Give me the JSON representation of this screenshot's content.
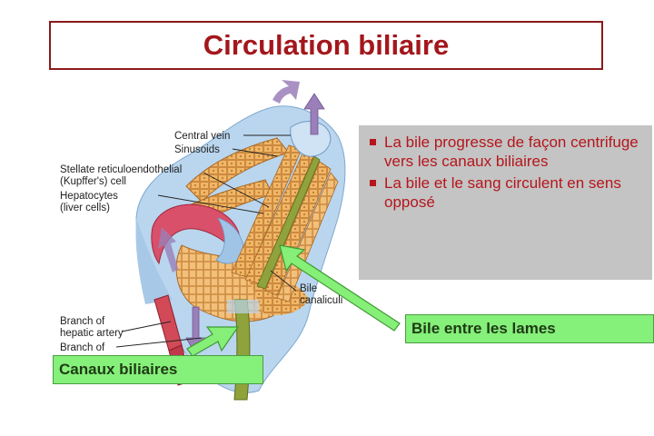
{
  "title": "Circulation biliaire",
  "bullets": [
    "La bile progresse de façon centrifuge vers les canaux biliaires",
    "La bile et le sang circulent en sens opposé"
  ],
  "callouts": {
    "lames": "Bile entre les lames",
    "canaux": "Canaux biliaires"
  },
  "diagram_labels": {
    "central_vein": "Central vein",
    "sinusoids": "Sinusoids",
    "stellate_1": "Stellate reticuloendothelial",
    "stellate_2": "(Kupffer's) cell",
    "hepatocytes_1": "Hepatocytes",
    "hepatocytes_2": "(liver cells)",
    "bile_1": "Bile",
    "bile_2": "canaliculi",
    "branch_artery_1": "Branch of",
    "branch_artery_2": "hepatic artery",
    "branch_of": "Branch of"
  },
  "colors": {
    "title": "#a3171c",
    "bullet_text": "#b5161c",
    "callout_bg": "#85f07a",
    "arrow": "#7cec6e"
  }
}
